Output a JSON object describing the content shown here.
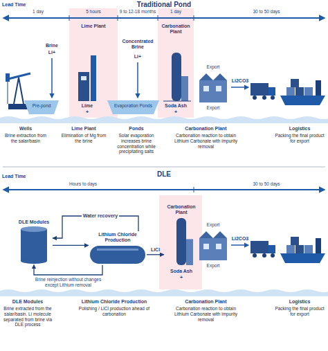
{
  "diagram": {
    "nodes": [
      {
        "text": [
          "DLE Modules"
        ]
      },
      {
        "text": [
          "Lithium Chloride Production"
        ]
      },
      {
        "text": [
          "Carbonation Plant"
        ]
      }
    ],
    "edges": [
      {
        "from": 1,
        "to": 0,
        "label": "Water recovery",
        "arrow": "to"
      },
      {
        "from": 0,
        "to": 1,
        "arrow": "to"
      },
      {
        "from": 1,
        "to": 2,
        "label": "LiCl",
        "arrow": "to"
      },
      {
        "from": 1,
        "to": 0,
        "label": "Brine reinjection without changes except Lithium removal",
        "arrow": "to"
      }
    ],
    "labels": [
      "Traditional Pond",
      "Lead Time",
      "1 day",
      "5 hours",
      "9 to 12-18 months",
      "1 day",
      "30 to 50 days",
      "Lime Plant",
      "Carbonation Plant",
      "Brine",
      "Li+",
      "Concentrated Brine",
      "Li+",
      "Pre-pond",
      "Evaporation Ponds",
      "Lime",
      "+",
      "Soda Ash",
      "+",
      "Export",
      "Li2CO3",
      "Export",
      "Wells",
      "Brine extraction from the salar/basin",
      "Lime Plant",
      "Elimination of Mg from the brine",
      "Ponds",
      "Solar evaporation increases brine concentration while precipitating salts",
      "Carbonation Plant",
      "Carbonation reaction to obtain Lithium Carbonate with impurity removal",
      "Logistics",
      "Packing the final product for export",
      "DLE",
      "Lead Time",
      "Hours to days",
      "30 to 50 days",
      "Soda Ash",
      "+",
      "Export",
      "Li2CO3",
      "Export",
      "DLE Modules",
      "Brine extracted from the salar/basin. Li molecule separated from brine via DLE process",
      "Lithium Chloride Production",
      "Polishing / LiCl production ahead of carbonation",
      "Carbonation Plant",
      "Carbonation reaction to obtain Lithium Carbonate with impurity removal",
      "Logistics",
      "Packing the final product for export"
    ]
  }
}
